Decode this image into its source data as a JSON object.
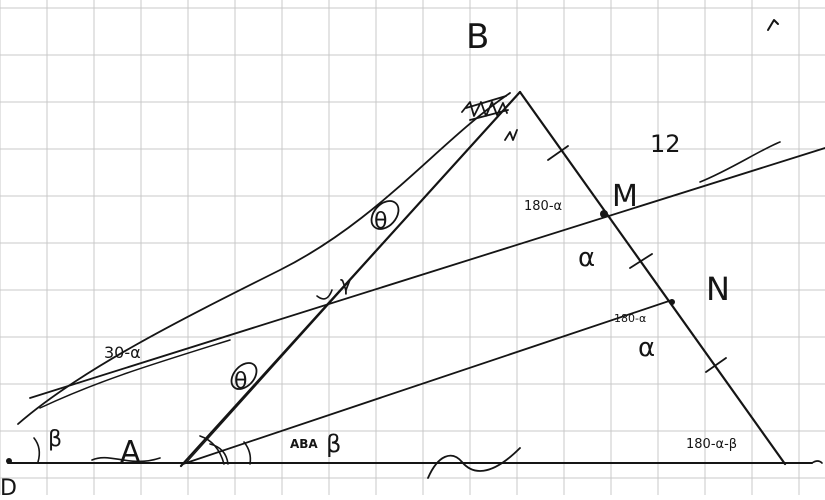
{
  "colors": {
    "paper": "#ffffff",
    "grid": "#c9c9c9",
    "ink": "#151515"
  },
  "labels": {
    "B": "B",
    "A": "A",
    "D": "D",
    "M": "M",
    "N": "N",
    "twelve": "12",
    "alpha_M": "α",
    "alpha_N": "α",
    "supp_M": "180-α",
    "supp_N": "180-α",
    "angle_C": "180-α-β",
    "beta": "β",
    "thirty_alpha": "30-α",
    "theta_upper": "θ",
    "theta_lower": "θ",
    "gamma": "γ",
    "beta_D": "β"
  }
}
